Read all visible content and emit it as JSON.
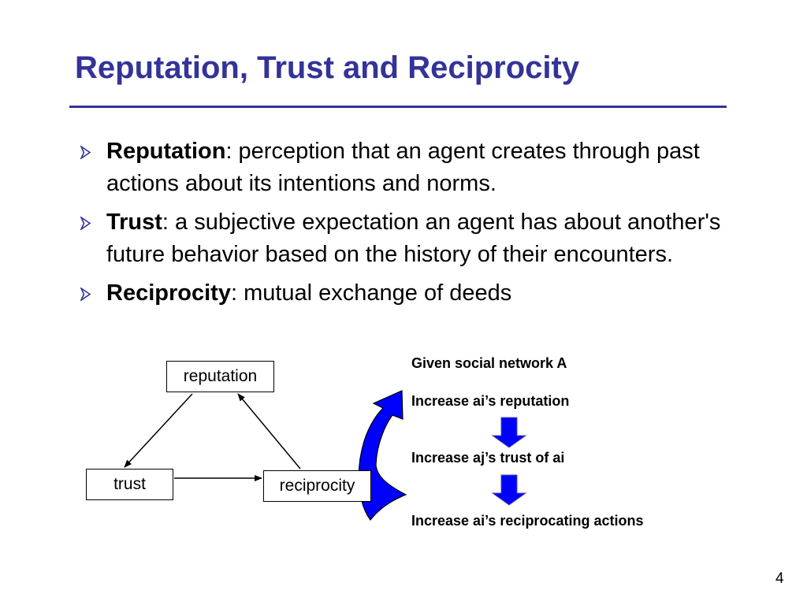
{
  "slide": {
    "title": "Reputation, Trust and Reciprocity",
    "page_number": "4"
  },
  "bullets": [
    {
      "term": "Reputation",
      "text": ": perception that an agent creates through past actions about its intentions and norms."
    },
    {
      "term": "Trust",
      "text": ": a subjective expectation an agent has about another's future behavior based on the history of their encounters."
    },
    {
      "term": "Reciprocity",
      "text": ": mutual exchange of deeds"
    }
  ],
  "diagram": {
    "nodes": {
      "reputation": "reputation",
      "trust": "trust",
      "reciprocity": "reciprocity"
    }
  },
  "flow": {
    "given": "Given social network A",
    "step1": "Increase ai’s reputation",
    "step2": "Increase aj’s trust of ai",
    "step3": "Increase ai’s reciprocating actions"
  },
  "colors": {
    "title": "#333399",
    "bullet_marker": "#333399",
    "flow_arrow_fill": "#0000FF"
  }
}
